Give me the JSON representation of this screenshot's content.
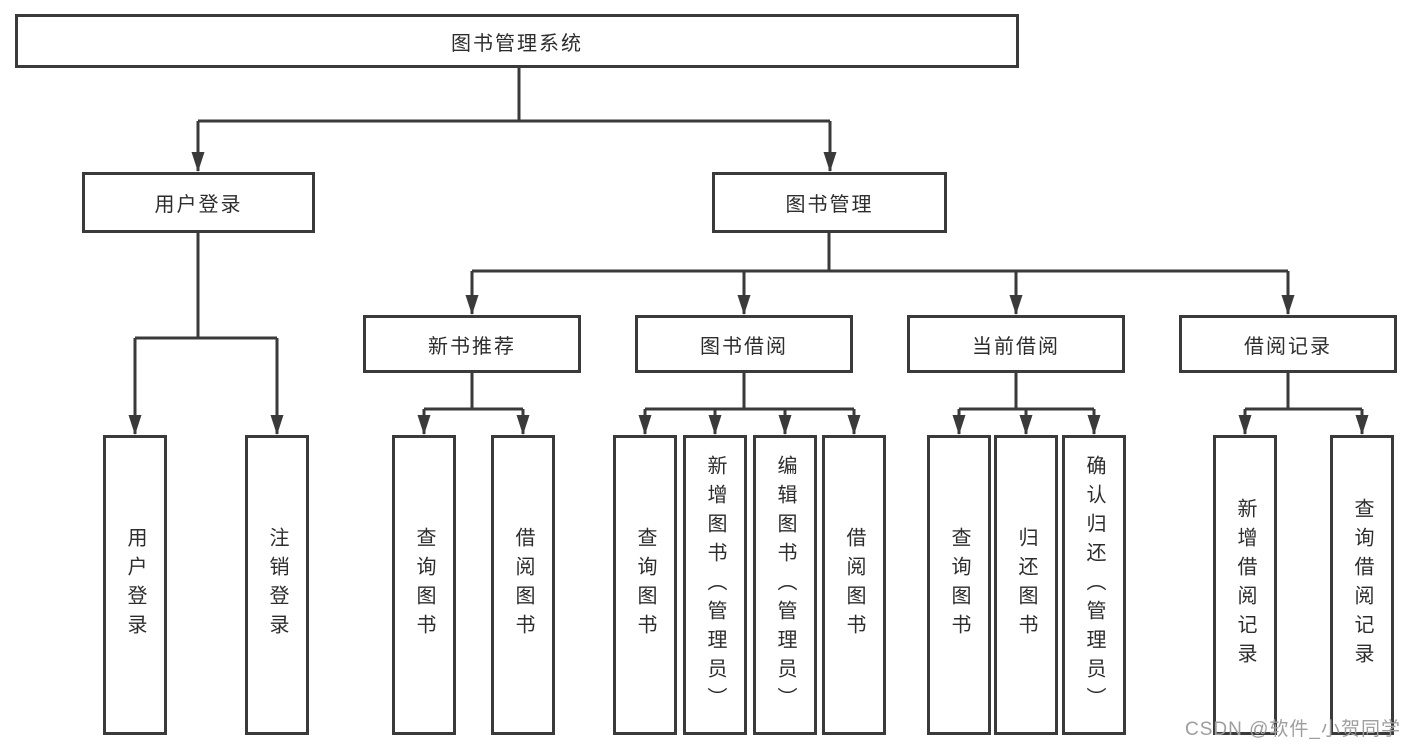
{
  "tree": {
    "root": "图书管理系统",
    "branches": [
      "用户登录",
      "图书管理"
    ],
    "modules": [
      "新书推荐",
      "图书借阅",
      "当前借阅",
      "借阅记录"
    ],
    "leaves": {
      "user": [
        "用户登录",
        "注销登录"
      ],
      "recommend": [
        "查询图书",
        "借阅图书"
      ],
      "borrow": [
        "查询图书",
        "新增图书（管理员）",
        "编辑图书（管理员）",
        "借阅图书"
      ],
      "current": [
        "查询图书",
        "归还图书",
        "确认归还（管理员）"
      ],
      "record": [
        "新增借阅记录",
        "查询借阅记录"
      ]
    }
  },
  "watermark": "CSDN @软件_小贺同学",
  "colors": {
    "line": "#3a3a3a",
    "text": "#2d2d2d",
    "watermark": "#9e9e9e",
    "background": "#ffffff"
  }
}
